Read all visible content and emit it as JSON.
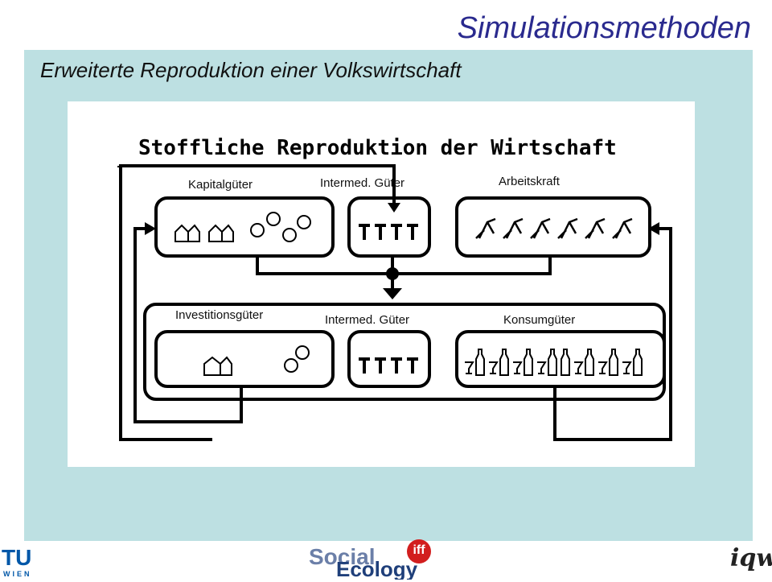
{
  "slide": {
    "title": "Simulationsmethoden",
    "subtitle": "Erweiterte Reproduktion einer Volkswirtschaft"
  },
  "diagram": {
    "heading": "Stoffliche Reproduktion der Wirtschaft",
    "top_labels": {
      "kapital": "Kapitalgüter",
      "intermed": "Intermed. Güter",
      "arbeit": "Arbeitskraft"
    },
    "bottom_labels": {
      "invest": "Investitionsgüter",
      "intermed": "Intermed. Güter",
      "konsum": "Konsumgüter"
    }
  },
  "footer": {
    "tu_logo_text": "TU",
    "tu_logo_sub": "WIEN",
    "iff_badge": "iff",
    "iff_words": [
      "Social",
      "Ecology"
    ],
    "iqw": "iqw"
  },
  "colors": {
    "title": "#2a2a8e",
    "panel": "#bde0e2",
    "diagram_ink": "#000000",
    "tu_blue": "#0057a8",
    "iff_red": "#d21e1e"
  }
}
